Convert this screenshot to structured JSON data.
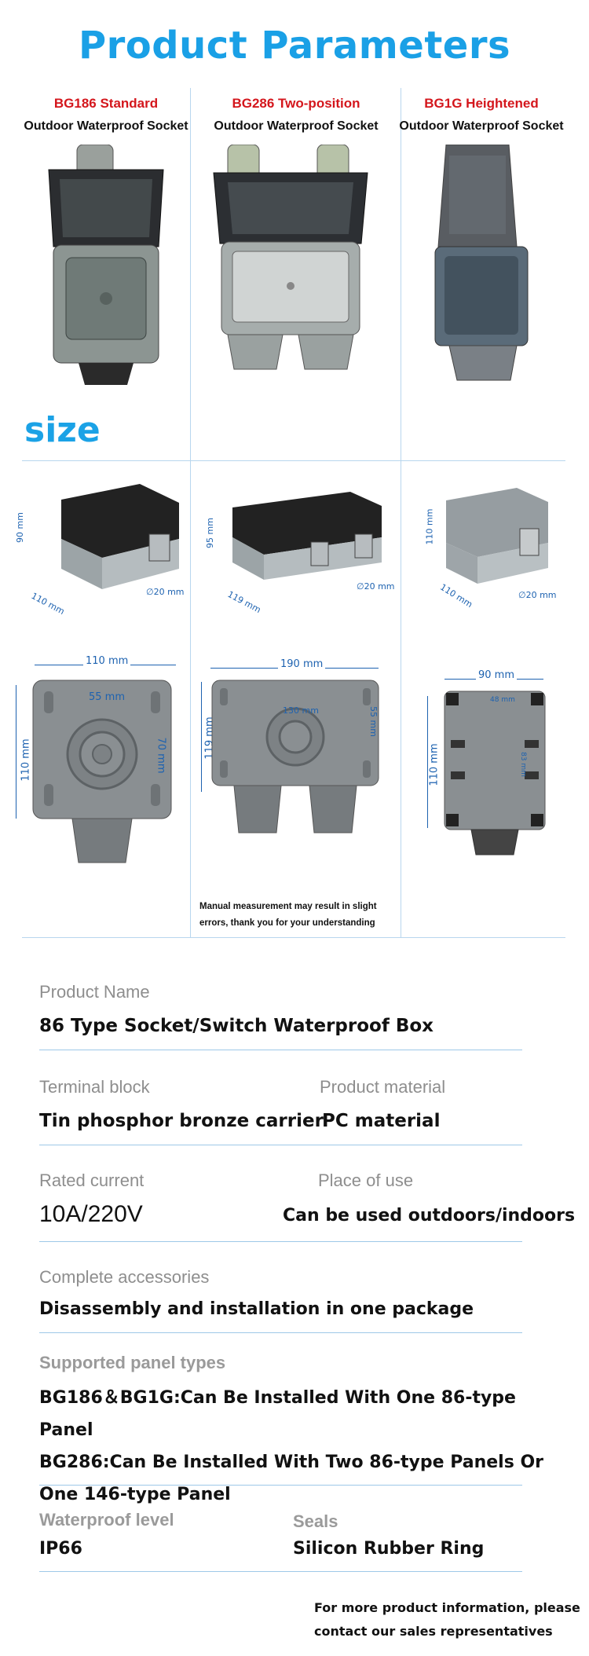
{
  "title": "Product Parameters",
  "products": [
    {
      "model": "BG186 Standard",
      "name": "Outdoor Waterproof Socket"
    },
    {
      "model": "BG286 Two-position",
      "name": "Outdoor Waterproof Socket"
    },
    {
      "model": "BG1G Heightened",
      "name": "Outdoor Waterproof Socket"
    }
  ],
  "size_label": "size",
  "dimensions": {
    "bg186": {
      "height": "90 mm",
      "depth": "110 mm",
      "hole": "∅20 mm",
      "width": "110 mm",
      "inner_w": "55 mm",
      "inner_h": "70 mm",
      "height2": "110 mm"
    },
    "bg286": {
      "height": "95 mm",
      "depth": "119 mm",
      "hole": "∅20 mm",
      "width": "190 mm",
      "inner_w": "130 mm",
      "inner_h": "55 mm",
      "height2": "119 mm"
    },
    "bg1g": {
      "height": "110 mm",
      "depth": "110 mm",
      "hole": "∅20 mm",
      "width": "90 mm",
      "inner_w": "48 mm",
      "inner_h": "83 mm",
      "height2": "110 mm"
    }
  },
  "note": "Manual measurement may result in slight errors, thank you for your understanding",
  "specs": {
    "product_name": {
      "label": "Product Name",
      "value": "86 Type Socket/Switch Waterproof Box"
    },
    "terminal_block": {
      "label": "Terminal block",
      "value": "Tin phosphor bronze carrier"
    },
    "product_material": {
      "label": "Product material",
      "value": "PC material"
    },
    "rated_current": {
      "label": "Rated current",
      "value": "10A/220V"
    },
    "place_of_use": {
      "label": "Place of use",
      "value": "Can be used outdoors/indoors"
    },
    "accessories": {
      "label": "Complete accessories",
      "value": "Disassembly and installation in one package"
    },
    "panel_types": {
      "label": "Supported panel types",
      "lines": [
        "BG186＆BG1G:Can Be Installed With One 86-type Panel",
        "BG286:Can Be Installed With Two 86-type Panels Or",
        "One 146-type Panel"
      ]
    },
    "waterproof": {
      "label": "Waterproof level",
      "value": "IP66"
    },
    "seals": {
      "label": "Seals",
      "value": "Silicon Rubber Ring"
    }
  },
  "footer": "For more product information, please contact our sales representatives",
  "colors": {
    "title": "#1aa0e6",
    "model": "#d4161c",
    "dim": "#1d62b0",
    "grid": "#b8d6ee"
  }
}
